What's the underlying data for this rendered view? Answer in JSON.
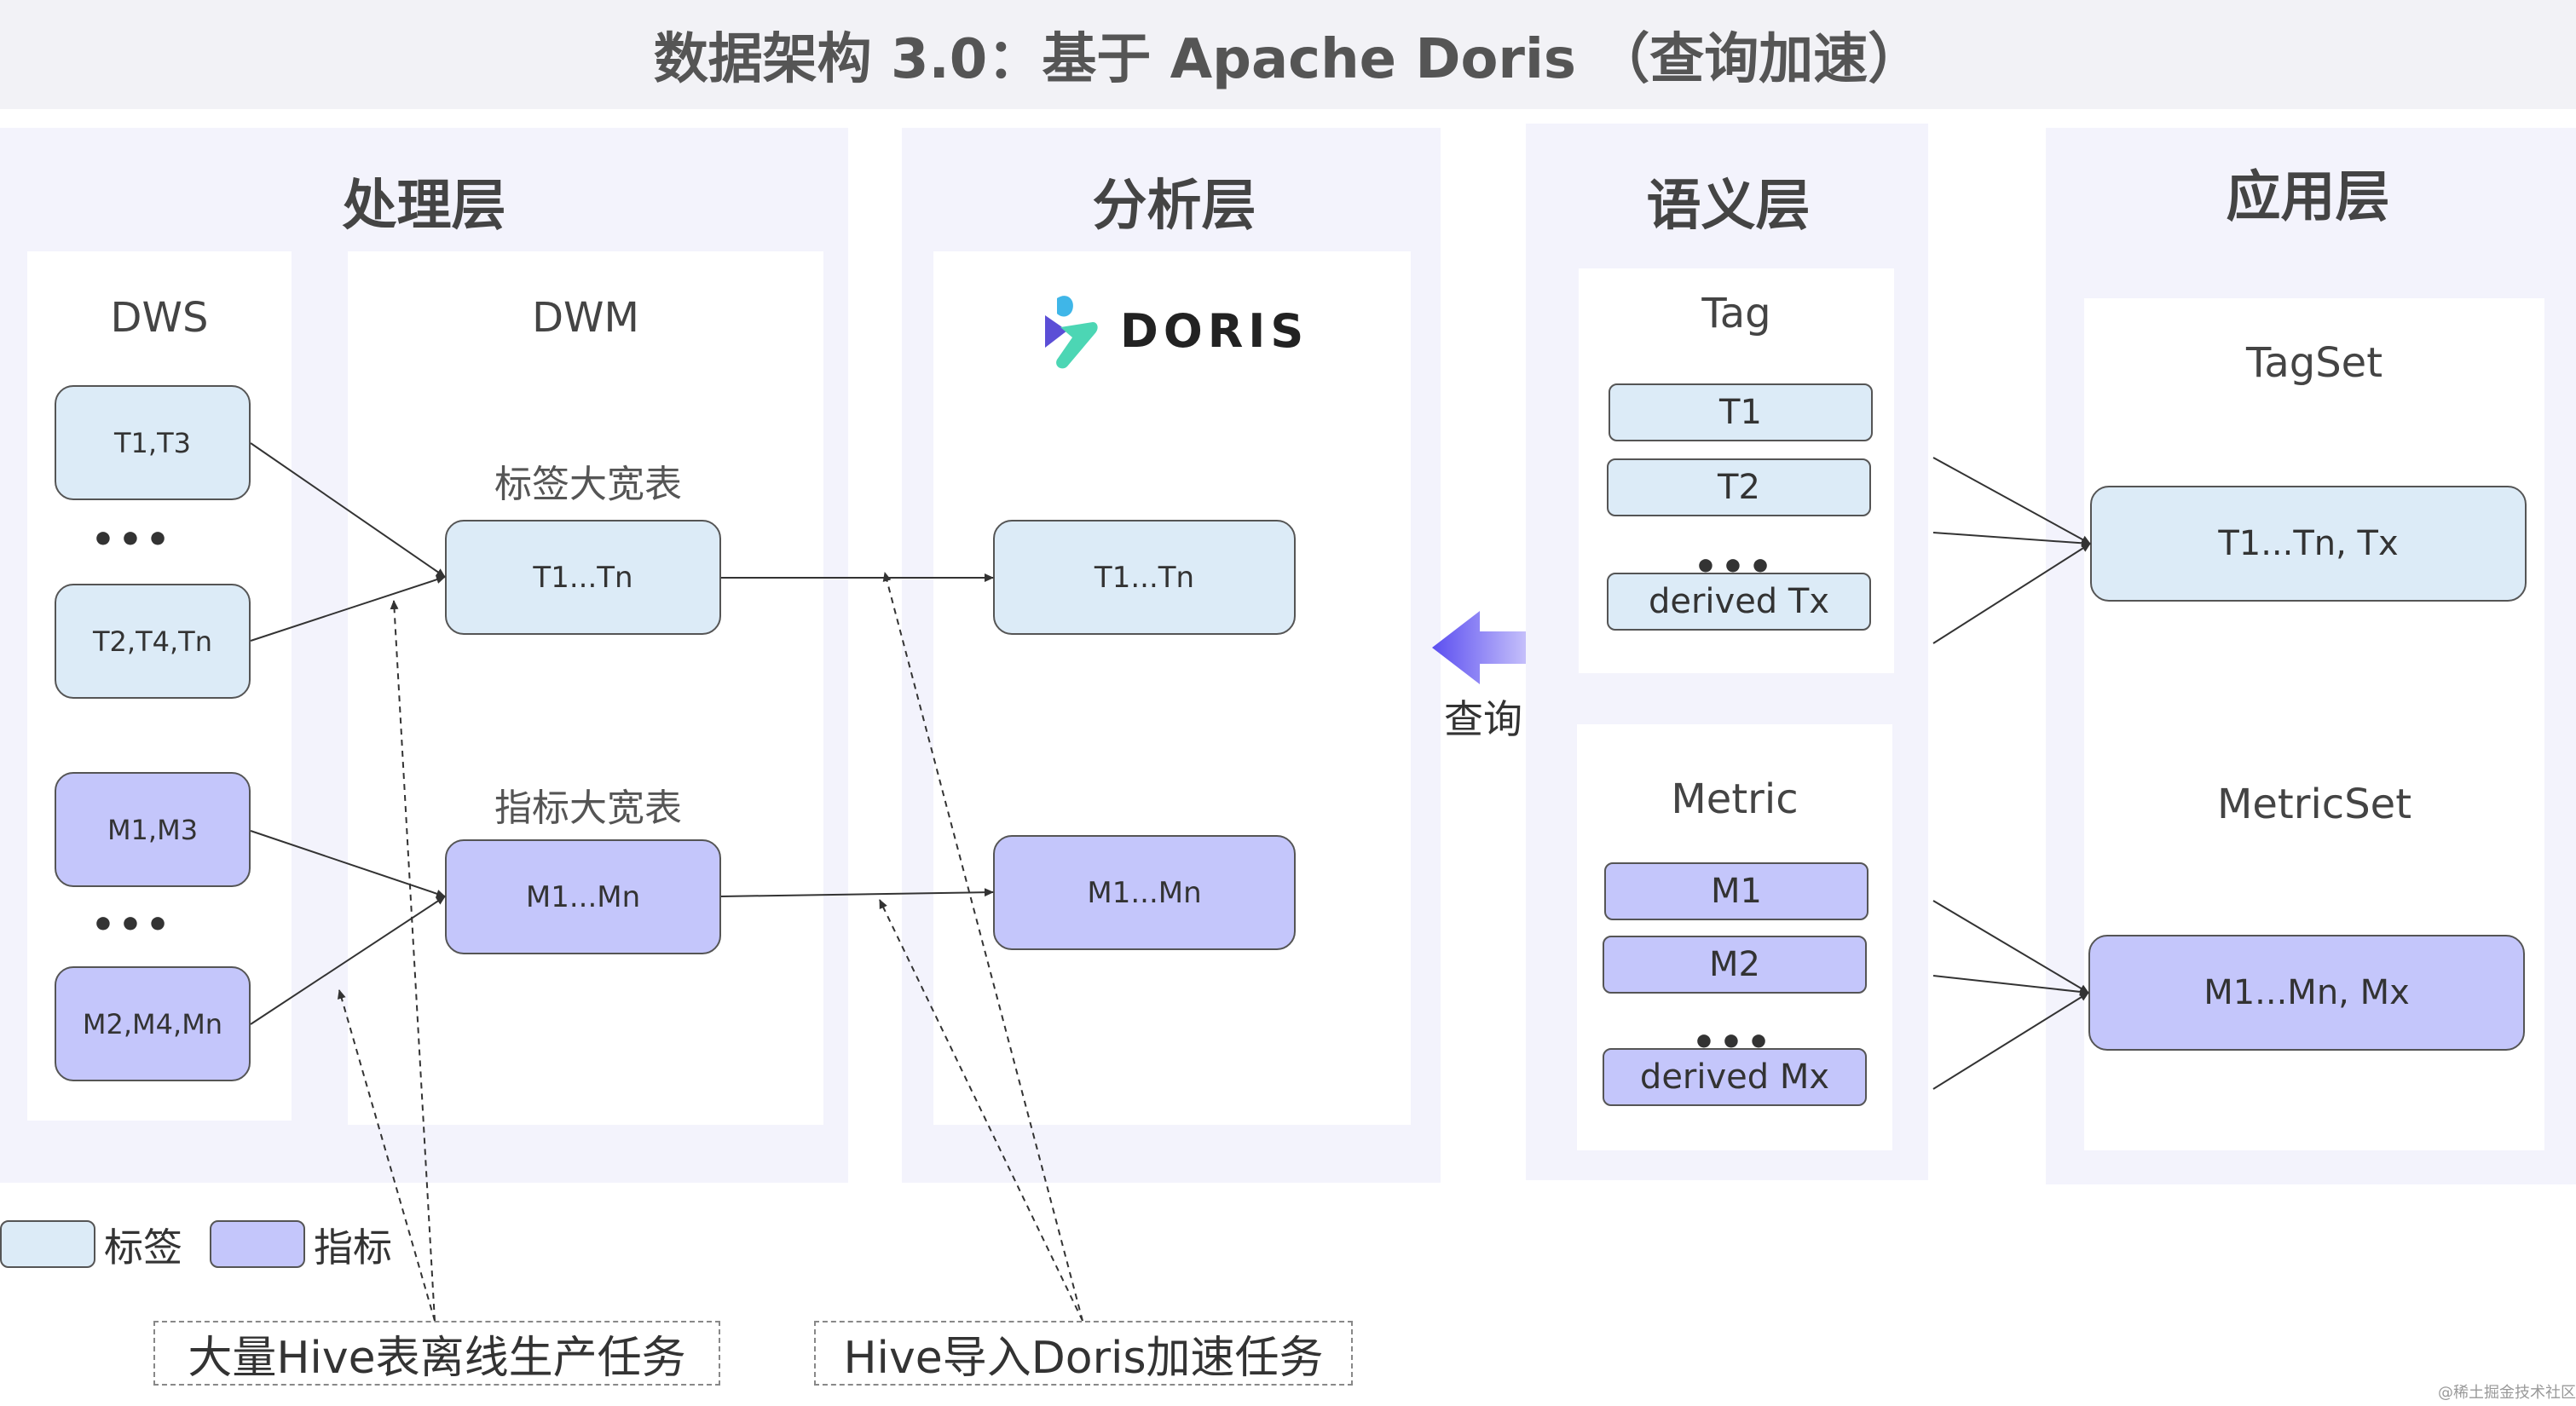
{
  "title": "数据架构 3.0：基于 Apache Doris （查询加速）",
  "layers": {
    "processing": {
      "title": "处理层",
      "dws": {
        "title": "DWS",
        "boxes": [
          "T1,T3",
          "T2,T4,Tn",
          "M1,M3",
          "M2,M4,Mn"
        ],
        "dots": [
          "•••",
          "•••"
        ]
      },
      "dwm": {
        "title": "DWM",
        "tag_table_label": "标签大宽表",
        "tag_table_value": "T1...Tn",
        "metric_table_label": "指标大宽表",
        "metric_table_value": "M1...Mn"
      }
    },
    "analysis": {
      "title": "分析层",
      "logo_text": "DORIS",
      "tag_value": "T1...Tn",
      "metric_value": "M1...Mn"
    },
    "semantic": {
      "title": "语义层",
      "tag": {
        "title": "Tag",
        "items": [
          "T1",
          "T2",
          "derived Tx"
        ],
        "dots": "•••"
      },
      "metric": {
        "title": "Metric",
        "items": [
          "M1",
          "M2",
          "derived Mx"
        ],
        "dots": "•••"
      }
    },
    "application": {
      "title": "应用层",
      "tagset": {
        "title": "TagSet",
        "value": "T1...Tn, Tx"
      },
      "metricset": {
        "title": "MetricSet",
        "value": "M1...Mn, Mx"
      }
    }
  },
  "query_label": "查询",
  "legend": {
    "tag": "标签",
    "metric": "指标"
  },
  "tasks": {
    "hive_offline": "大量Hive表离线生产任务",
    "doris_import": "Hive导入Doris加速任务"
  },
  "watermark": "@稀土掘金技术社区",
  "colors": {
    "tag_fill": "#dcebf7",
    "metric_fill": "#c4c6fb",
    "panel_bg": "#f3f3fc",
    "arrow_purple": "#6b5cf0"
  }
}
